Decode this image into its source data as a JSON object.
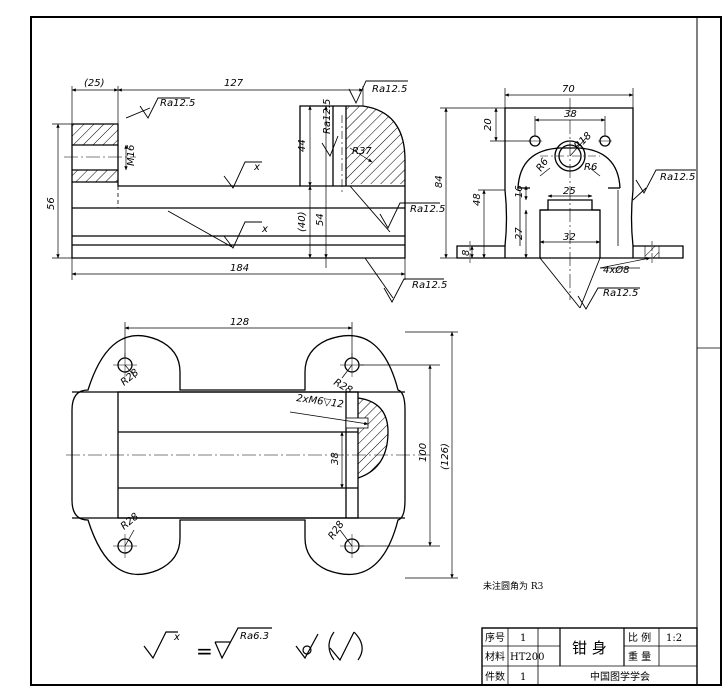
{
  "dimensions": {
    "front": {
      "d25": "(25)",
      "d127": "127",
      "d184": "184",
      "d56": "56",
      "d44": "44",
      "d40": "(40)",
      "d54": "54",
      "m16": "M16",
      "r37": "R37"
    },
    "side": {
      "d70": "70",
      "d38": "38",
      "d20": "20",
      "d84": "84",
      "d48": "48",
      "d16": "16",
      "d27": "27",
      "d8": "8",
      "d25": "25",
      "d32": "32",
      "r18": "R18",
      "r6a": "R6",
      "r6b": "R6",
      "holes": "4xØ8"
    },
    "top": {
      "d128": "128",
      "d100": "100",
      "d126": "(126)",
      "d38": "38",
      "r28a": "R28",
      "r28b": "R28",
      "r28c": "R28",
      "r28d": "R28",
      "thread": "2xM6▽12"
    }
  },
  "roughness": {
    "ra1": "Ra12.5",
    "ra2": "Ra12.5",
    "ra3": "Ra12.5",
    "ra4": "Ra12.5",
    "ra5": "Ra12.5",
    "ra6": "Ra12.5",
    "ra7": "Ra12.5",
    "x1": "x",
    "x2": "x"
  },
  "note": "未注圆角为 R3",
  "legend": {
    "x": "x",
    "eq": "=",
    "ra": "Ra6.3"
  },
  "title_block": {
    "seq_label": "序号",
    "seq_value": "1",
    "part_name": "钳 身",
    "scale_label": "比 例",
    "scale_value": "1:2",
    "material_label": "材料",
    "material_value": "HT200",
    "weight_label": "重 量",
    "count_label": "件数",
    "count_value": "1",
    "org": "中国图学学会"
  }
}
